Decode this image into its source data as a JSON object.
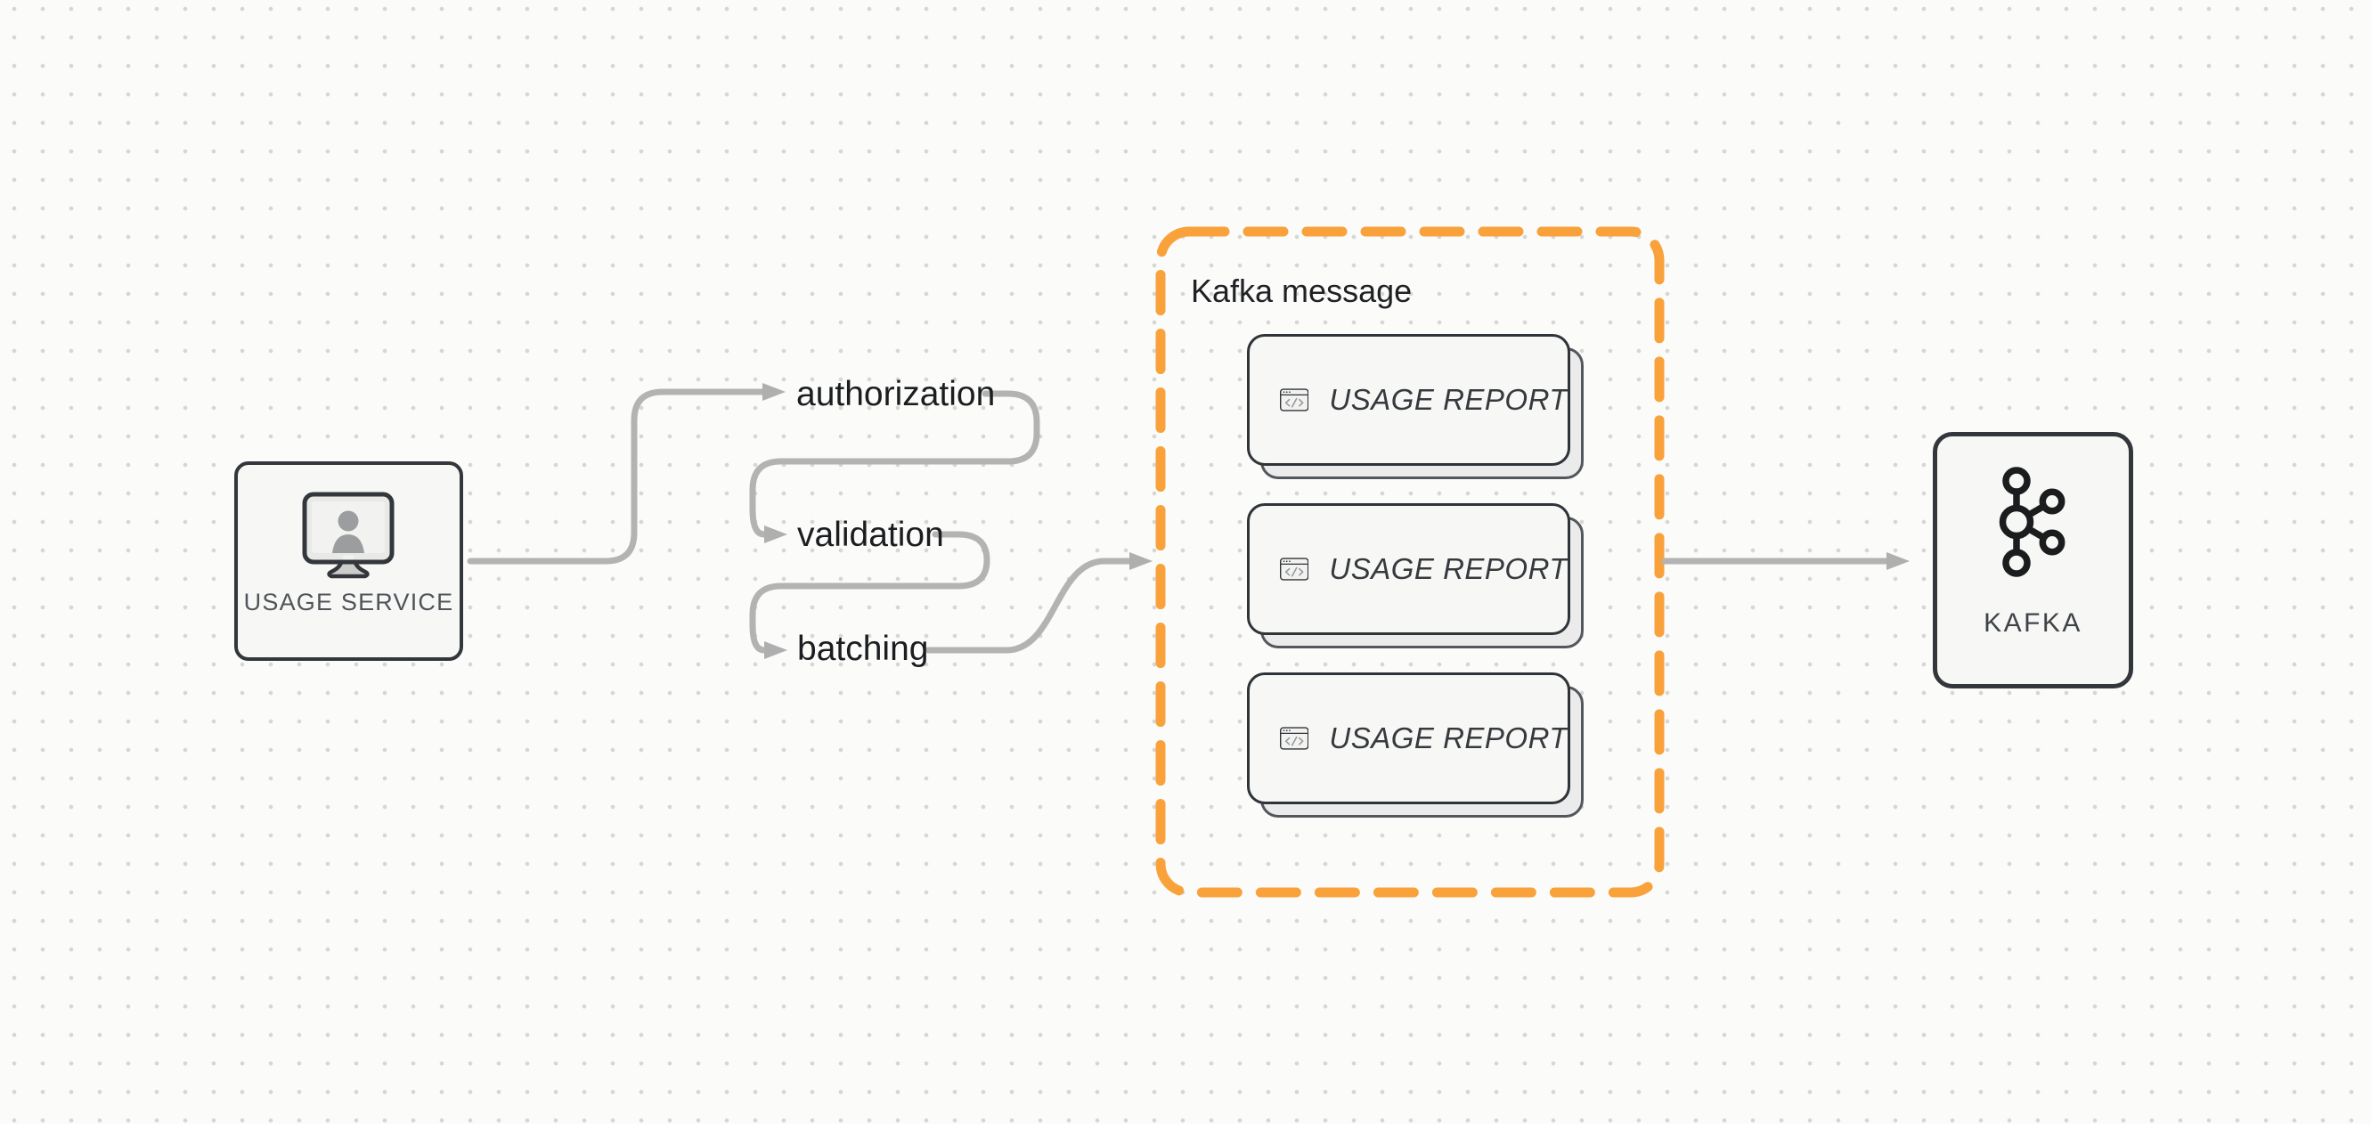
{
  "nodes": {
    "usage_service": {
      "label": "USAGE SERVICE",
      "icon": "user-monitor-icon"
    },
    "kafka": {
      "label": "KAFKA",
      "icon": "kafka-logo-icon"
    }
  },
  "pipeline_steps": [
    {
      "label": "authorization"
    },
    {
      "label": "validation"
    },
    {
      "label": "batching"
    }
  ],
  "kafka_message_group": {
    "label": "Kafka message",
    "cards": [
      {
        "label": "USAGE REPORT",
        "icon": "code-window-icon"
      },
      {
        "label": "USAGE REPORT",
        "icon": "code-window-icon"
      },
      {
        "label": "USAGE REPORT",
        "icon": "code-window-icon"
      }
    ]
  },
  "edges": [
    {
      "from": "usage-service",
      "to": "authorization"
    },
    {
      "from": "authorization",
      "to": "validation"
    },
    {
      "from": "validation",
      "to": "batching"
    },
    {
      "from": "batching",
      "to": "kafka-message-group"
    },
    {
      "from": "kafka-message-group",
      "to": "kafka"
    }
  ],
  "colors": {
    "background": "#FBFBFA",
    "grid_dot": "#D6D6D4",
    "accent_orange": "#F9A23B",
    "connector_gray": "#B3B3B3",
    "border_dark": "#33373B",
    "node_fill": "#F7F8F6",
    "text_dark": "#1B1D20",
    "text_gray": "#50545A"
  }
}
